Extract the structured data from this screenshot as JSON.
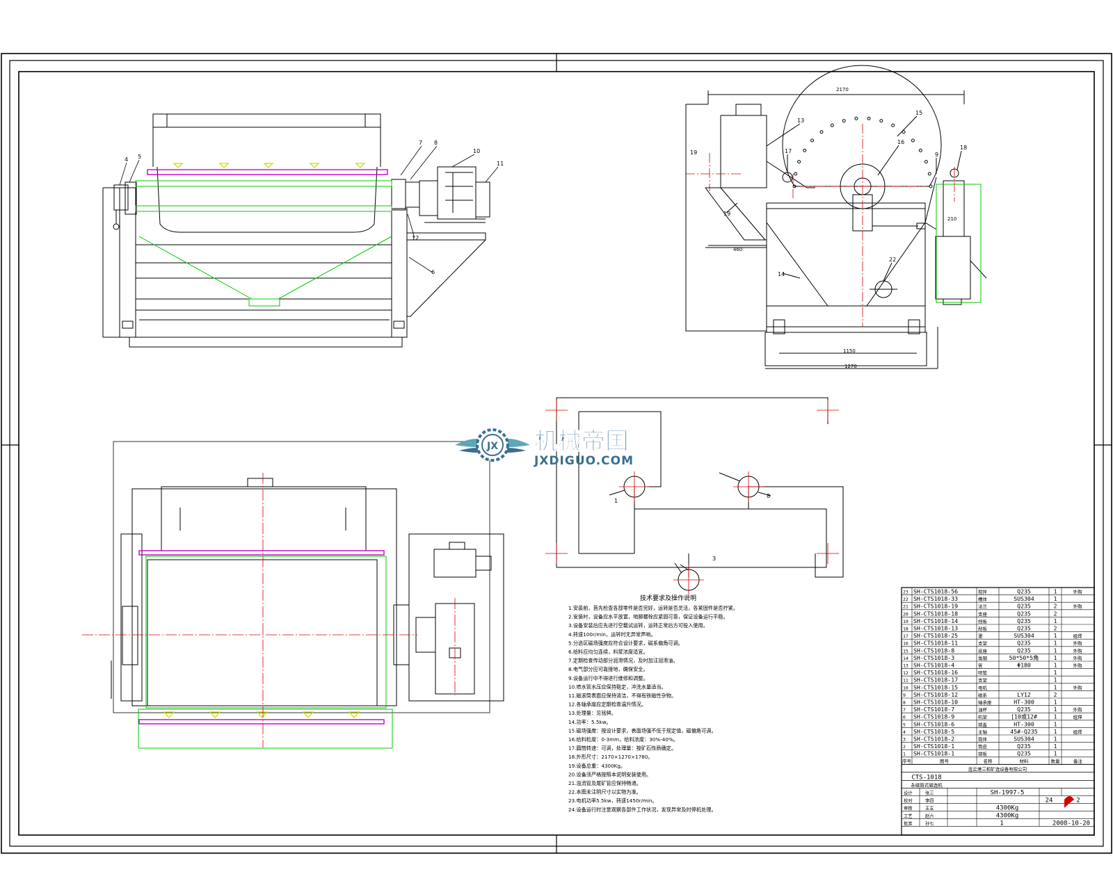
{
  "colors": {
    "line": "#000000",
    "center": "#d40000",
    "green": "#00c800",
    "magenta": "#c800c8",
    "yellow": "#d8d800",
    "logo_blue": "#3a6f8f",
    "logo_teal": "#5fa6b9"
  },
  "watermark": {
    "title": "机械帝国",
    "url": "JXDIGUO.COM",
    "emblem_letters": "JX"
  },
  "side_view": {
    "labels": [
      "4",
      "5",
      "7",
      "8",
      "10",
      "11",
      "12",
      "6"
    ]
  },
  "end_view": {
    "dims": {
      "overall": "2170",
      "left_width": "460",
      "base_inner": "1150",
      "base_outer": "1270",
      "side": "210"
    },
    "labels": [
      "13",
      "15",
      "16",
      "17",
      "9",
      "18",
      "19",
      "14",
      "22",
      "21"
    ]
  },
  "schematic": {
    "labels": [
      "1",
      "3",
      "8"
    ]
  },
  "notes": {
    "title": "技术要求及操作说明",
    "lines": [
      "1.安装前，首先检查各部零件是否完好，运转是否灵活，各紧固件是否拧紧。",
      "2.安装时，设备应水平放置，地脚螺栓应紧固可靠，保证设备运行平稳。",
      "3.设备安装后应先进行空载试运转，运转正常后方可投入使用。",
      "4.转速100r/min，运转时无异常声响。",
      "5.分选区磁场强度应符合设计要求，磁系偏角可调。",
      "6.给料应均匀连续，料浆浓度适宜。",
      "7.定期检查传动部分润滑情况，及时加注润滑油。",
      "8.电气部分应可靠接地，确保安全。",
      "9.设备运行中不得进行维修和调整。",
      "10.喷水管水压应保持稳定，冲洗水量适当。",
      "11.磁滚筒表面应保持清洁，不得有铁磁性杂物。",
      "12.各轴承座应定期检查温升情况。",
      "13.处理量：见铭牌。",
      "14.功率：5.5kw。",
      "15.磁场强度：按设计要求，表面场强不低于规定值，磁偏角可调。",
      "16.给料粒度：0-3mm，给料浓度：30%-40%。",
      "17.圆筒转速：可调，处理量：按矿石性质确定。",
      "18.外形尺寸：2170×1270×1780。",
      "19.设备总重：4300Kg。",
      "20.设备须严格按照本说明安装使用。",
      "21.溢流管及尾矿管应保持畅通。",
      "22.本图未注明尺寸以实物为准。",
      "23.电机功率5.5kw，转速1450r/min。",
      "24.设备运行时注意观察各部件工作状况，发现异常及时停机处理。"
    ]
  },
  "bom": {
    "rows": [
      {
        "no": "23",
        "code": "SH-CTS1018-56",
        "name": "搅拌",
        "mat": "Q235",
        "qty": "1",
        "note": "外购"
      },
      {
        "no": "22",
        "code": "SH-CTS1018-33",
        "name": "槽体",
        "mat": "SUS304",
        "qty": "1",
        "note": ""
      },
      {
        "no": "21",
        "code": "SH-CTS1018-19",
        "name": "法兰",
        "mat": "Q235",
        "qty": "2",
        "note": "外购"
      },
      {
        "no": "20",
        "code": "SH-CTS1018-18",
        "name": "支座",
        "mat": "Q235",
        "qty": "2",
        "note": ""
      },
      {
        "no": "19",
        "code": "SH-CTS1018-14",
        "name": "挡板",
        "mat": "Q235",
        "qty": "1",
        "note": ""
      },
      {
        "no": "18",
        "code": "SH-CTS1018-13",
        "name": "刮板",
        "mat": "Q235",
        "qty": "2",
        "note": ""
      },
      {
        "no": "17",
        "code": "SH-CTS1018-25",
        "name": "罩",
        "mat": "SUS304",
        "qty": "1",
        "note": "组焊"
      },
      {
        "no": "16",
        "code": "SH-CTS1018-11",
        "name": "支架",
        "mat": "Q235",
        "qty": "1",
        "note": "外购"
      },
      {
        "no": "15",
        "code": "SH-CTS1018-8",
        "name": "底座",
        "mat": "Q235",
        "qty": "1",
        "note": "外购"
      },
      {
        "no": "14",
        "code": "SH-CTS1018-3",
        "name": "角钢",
        "mat": "50*50*5角",
        "qty": "1",
        "note": "外购"
      },
      {
        "no": "13",
        "code": "SH-CTS1018-4",
        "name": "管",
        "mat": "Φ180",
        "qty": "1",
        "note": "外购"
      },
      {
        "no": "12",
        "code": "SH-CTS1018-16",
        "name": "喷管",
        "mat": "",
        "qty": "1",
        "note": ""
      },
      {
        "no": "11",
        "code": "SH-CTS1018-17",
        "name": "支架",
        "mat": "",
        "qty": "1",
        "note": ""
      },
      {
        "no": "10",
        "code": "SH-CTS1018-15",
        "name": "电机",
        "mat": "",
        "qty": "1",
        "note": "外购"
      },
      {
        "no": "9",
        "code": "SH-CTS1018-12",
        "name": "磁系",
        "mat": "LY12",
        "qty": "2",
        "note": ""
      },
      {
        "no": "8",
        "code": "SH-CTS1018-10",
        "name": "轴承座",
        "mat": "HT-300",
        "qty": "1",
        "note": ""
      },
      {
        "no": "7",
        "code": "SH-CTS1018-7",
        "name": "油杯",
        "mat": "Q235",
        "qty": "1",
        "note": "外购"
      },
      {
        "no": "6",
        "code": "SH-CTS1018-9",
        "name": "机架",
        "mat": "[10或12#",
        "qty": "1",
        "note": "组焊"
      },
      {
        "no": "5",
        "code": "SH-CTS1018-6",
        "name": "端盖",
        "mat": "HT-300",
        "qty": "1",
        "note": ""
      },
      {
        "no": "4",
        "code": "SH-CTS1018-5",
        "name": "主轴",
        "mat": "45#-Q235",
        "qty": "1",
        "note": "组焊"
      },
      {
        "no": "3",
        "code": "SH-CTS1018-2",
        "name": "筒体",
        "mat": "SUS304",
        "qty": "1",
        "note": ""
      },
      {
        "no": "2",
        "code": "SH-CTS1018-1",
        "name": "筒皮",
        "mat": "Q235",
        "qty": "1",
        "note": ""
      },
      {
        "no": "1",
        "code": "SH-CTS1018-1",
        "name": "端板",
        "mat": "Q235",
        "qty": "1",
        "note": ""
      }
    ],
    "header": [
      "序号",
      "图号",
      "名称",
      "材料",
      "数量",
      "备注"
    ],
    "company": "连云港三和矿选设备有限公司",
    "model": "CTS-1018",
    "drawing_name": "永磁筒式磁选机",
    "drawing_no": "SH-1997-5",
    "sheet": "24",
    "sheet_total": "2",
    "weight1": "4300Kg",
    "weight2": "4300Kg",
    "scale": "1",
    "date": "2008-10-20",
    "row_labels": [
      "设计",
      "校对",
      "审核",
      "工艺",
      "批准"
    ],
    "row_names": [
      "张三",
      "李四",
      "王五",
      "赵六",
      "孙七"
    ]
  }
}
